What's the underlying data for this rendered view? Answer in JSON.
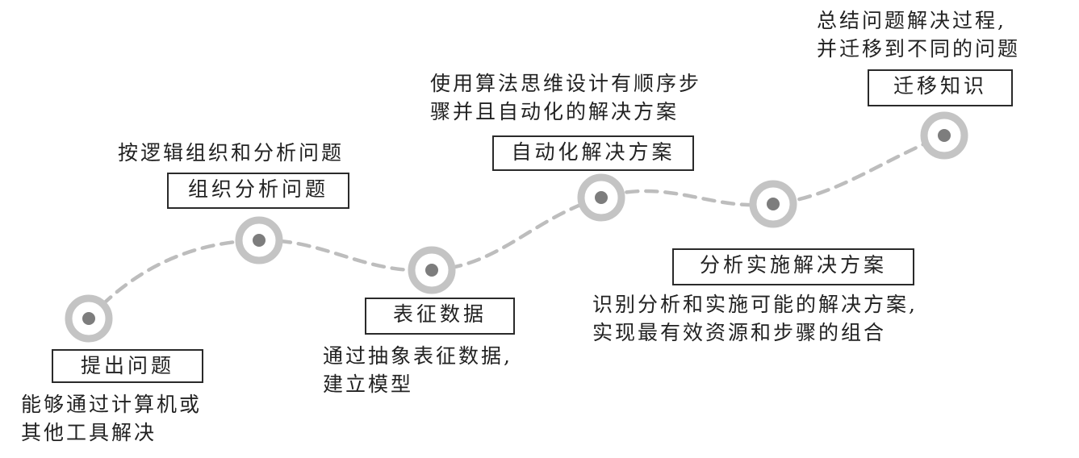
{
  "colors": {
    "path": "#bdbdbd",
    "node_ring": "#c4c4c4",
    "node_dot": "#7d7d7d",
    "text": "#222222",
    "box_border": "#2a2a2a"
  },
  "stages": [
    {
      "label": "提出问题",
      "desc_lines": [
        "能够通过计算机或",
        "其他工具解决"
      ]
    },
    {
      "label": "组织分析问题",
      "desc_lines": [
        "按逻辑组织和分析问题"
      ]
    },
    {
      "label": "表征数据",
      "desc_lines": [
        "通过抽象表征数据,",
        "建立模型"
      ]
    },
    {
      "label": "自动化解决方案",
      "desc_lines": [
        "使用算法思维设计有顺序步",
        "骤并且自动化的解决方案"
      ]
    },
    {
      "label": "分析实施解决方案",
      "desc_lines": [
        "识别分析和实施可能的解决方案,",
        "实现最有效资源和步骤的组合"
      ]
    },
    {
      "label": "迁移知识",
      "desc_lines": [
        "总结问题解决过程,",
        "并迁移到不同的问题"
      ]
    }
  ]
}
